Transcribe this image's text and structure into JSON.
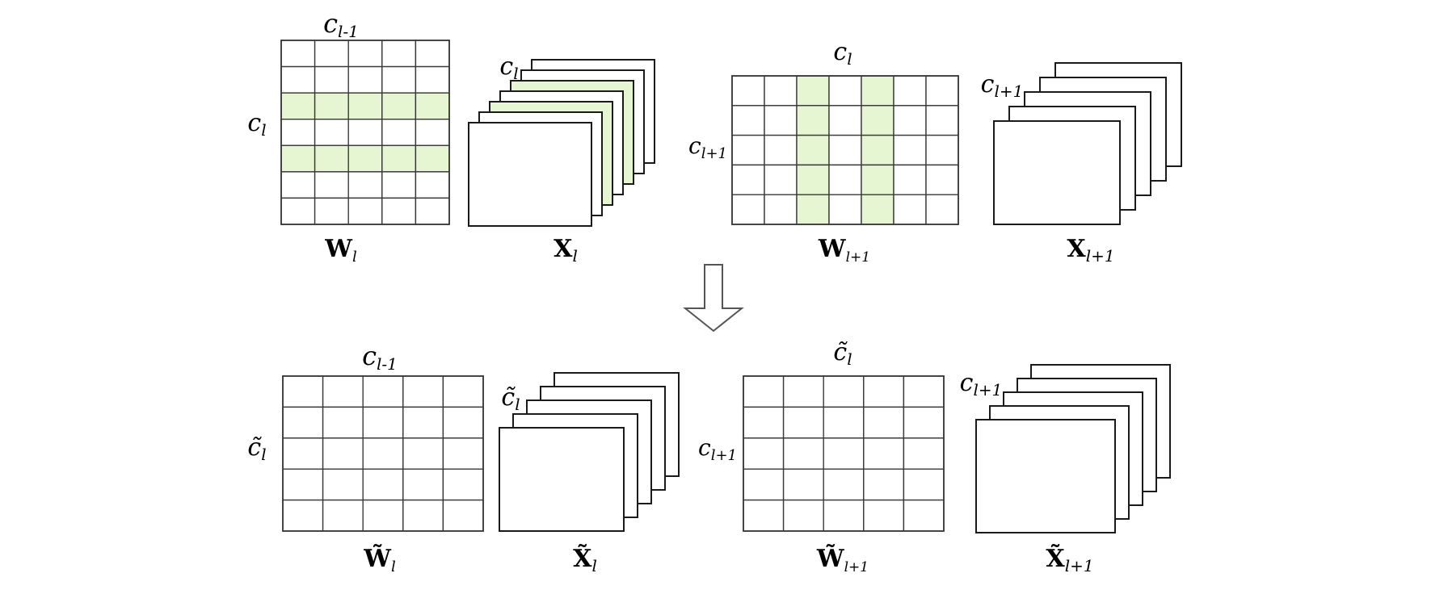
{
  "colors": {
    "highlight": "#e6f5d2",
    "line": "#3a3a3a",
    "frame": "#1a1a1a",
    "arrow": "#555555"
  },
  "icons": {
    "transform_arrow": "down-arrow-icon"
  },
  "top": {
    "w_l": {
      "col_label": "c",
      "col_sub": "l-1",
      "row_label": "c",
      "row_sub": "l",
      "name": "W",
      "name_sub": "l",
      "rows": 7,
      "cols": 5,
      "highlight_rows": [
        2,
        4
      ]
    },
    "x_l": {
      "channel_label": "c",
      "channel_sub": "l",
      "name": "X",
      "name_sub": "l",
      "stack": 7,
      "highlight_layers": [
        2,
        4
      ]
    },
    "w_l1": {
      "col_label": "c",
      "col_sub": "l",
      "row_label": "c",
      "row_sub": "l+1",
      "name": "W",
      "name_sub": "l+1",
      "rows": 5,
      "cols": 7,
      "highlight_cols": [
        2,
        4
      ]
    },
    "x_l1": {
      "channel_label": "c",
      "channel_sub": "l+1",
      "name": "X",
      "name_sub": "l+1",
      "stack": 5
    }
  },
  "bottom": {
    "w_l": {
      "col_label": "c",
      "col_sub": "l-1",
      "row_label": "c̃",
      "row_sub": "l",
      "name": "W̃",
      "name_sub": "l",
      "rows": 5,
      "cols": 5
    },
    "x_l": {
      "channel_label": "c̃",
      "channel_sub": "l",
      "name": "X̃",
      "name_sub": "l",
      "stack": 5
    },
    "w_l1": {
      "col_label": "c̃",
      "col_sub": "l",
      "row_label": "c",
      "row_sub": "l+1",
      "name": "W̃",
      "name_sub": "l+1",
      "rows": 5,
      "cols": 5
    },
    "x_l1": {
      "channel_label": "c",
      "channel_sub": "l+1",
      "name": "X̃",
      "name_sub": "l+1",
      "stack": 5
    }
  }
}
